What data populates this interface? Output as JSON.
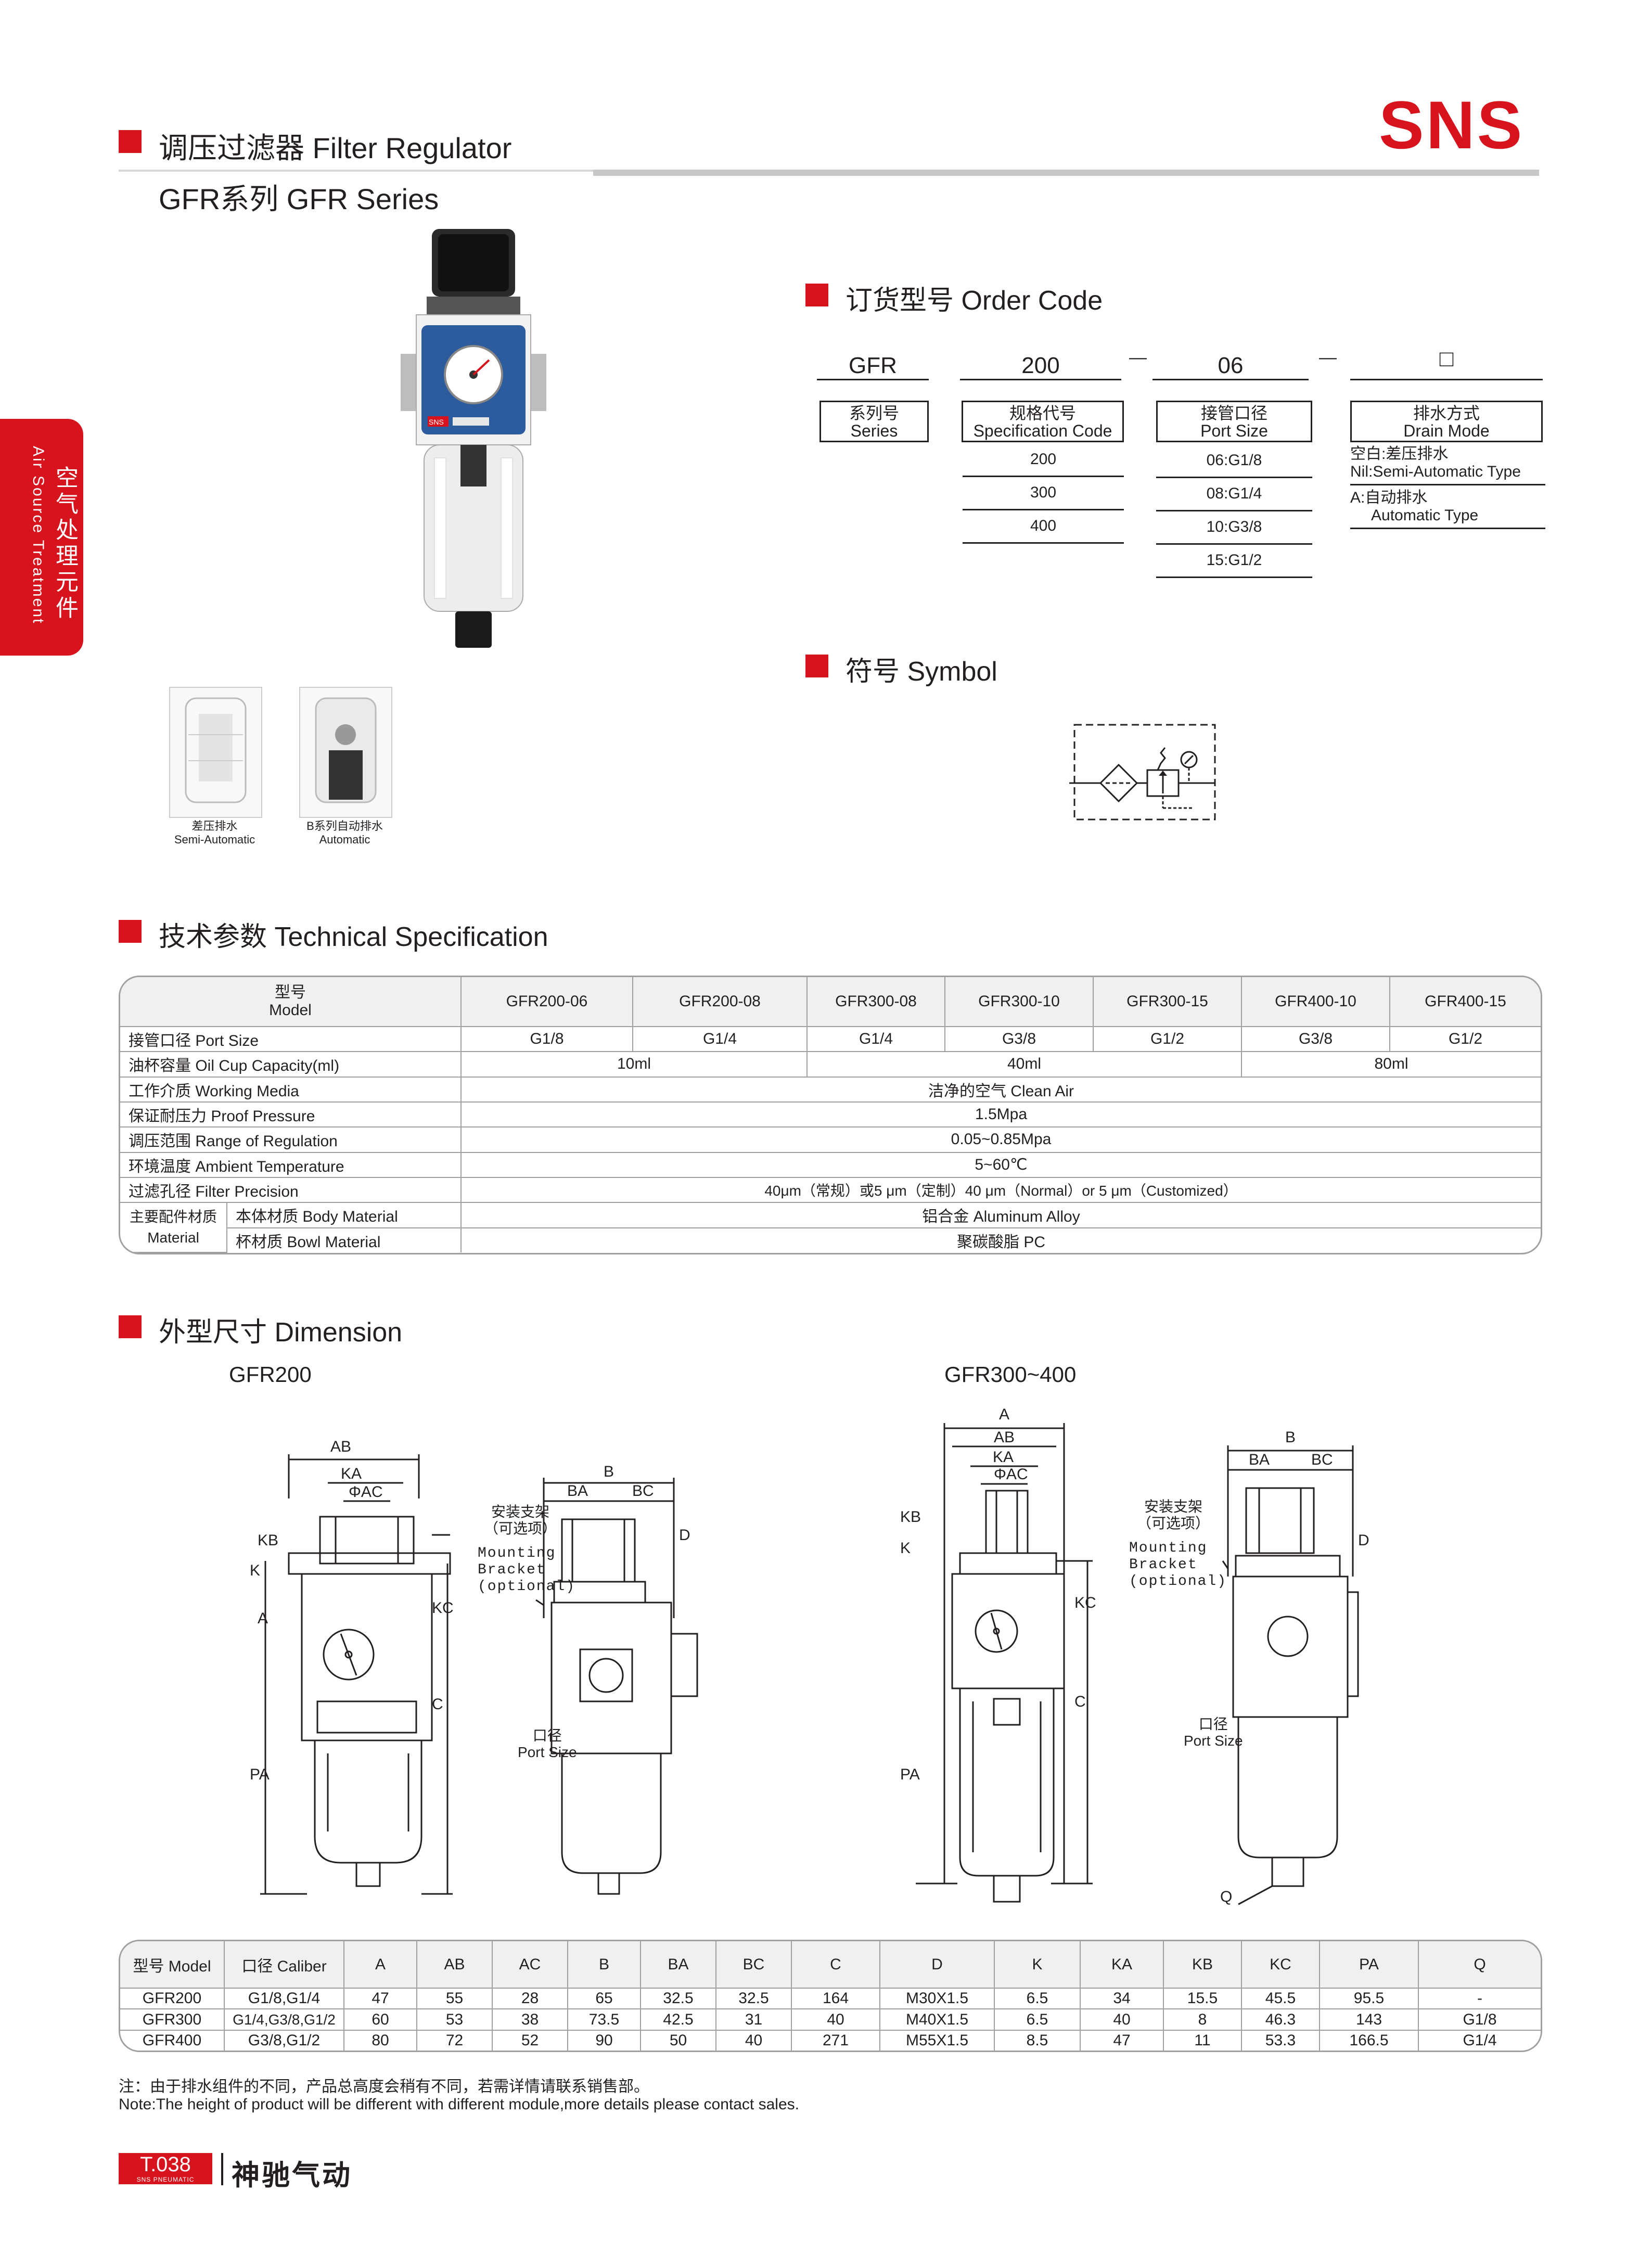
{
  "header": {
    "title": "调压过滤器 Filter Regulator",
    "series": "GFR系列 GFR Series",
    "brand": "SNS"
  },
  "side_tab": {
    "cn": "空气处理元件",
    "en": "Air Source Treatment"
  },
  "product_images": {
    "badge": "SNS",
    "variants": [
      {
        "cn": "差压排水",
        "en": "Semi-Automatic"
      },
      {
        "cn": "B系列自动排水",
        "en": "Automatic"
      }
    ]
  },
  "order_code": {
    "heading": "订货型号 Order  Code",
    "codes": [
      "GFR",
      "200",
      "06",
      "□"
    ],
    "separators": [
      "—",
      "—"
    ],
    "boxes": [
      {
        "cn": "系列号",
        "en": "Series"
      },
      {
        "cn": "规格代号",
        "en": "Specification Code"
      },
      {
        "cn": "接管口径",
        "en": "Port Size"
      },
      {
        "cn": "排水方式",
        "en": "Drain Mode"
      }
    ],
    "spec_options": [
      "200",
      "300",
      "400"
    ],
    "port_options": [
      "06:G1/8",
      "08:G1/4",
      "10:G3/8",
      "15:G1/2"
    ],
    "drain_options": [
      {
        "cn": "空白:差压排水",
        "en": "Nil:Semi-Automatic Type"
      },
      {
        "cn": "A:自动排水",
        "en": "Automatic Type"
      }
    ]
  },
  "symbol": {
    "heading": "符号 Symbol"
  },
  "tech_spec": {
    "heading": "技术参数 Technical  Specification",
    "model_label_cn": "型号",
    "model_label_en": "Model",
    "models": [
      "GFR200-06",
      "GFR200-08",
      "GFR300-08",
      "GFR300-10",
      "GFR300-15",
      "GFR400-10",
      "GFR400-15"
    ],
    "port_size_label": "接管口径 Port  Size",
    "port_sizes": [
      "G1/8",
      "G1/4",
      "G1/4",
      "G3/8",
      "G1/2",
      "G3/8",
      "G1/2"
    ],
    "oil_cup_label": "油杯容量 Oil Cup Capacity(ml)",
    "oil_cup": [
      "10ml",
      "40ml",
      "80ml"
    ],
    "rows": [
      {
        "label": "工作介质 Working Media",
        "value": "洁净的空气 Clean Air"
      },
      {
        "label": "保证耐压力 Proof Pressure",
        "value": "1.5Mpa"
      },
      {
        "label": "调压范围 Range of Regulation",
        "value": "0.05~0.85Mpa"
      },
      {
        "label": "环境温度 Ambient Temperature",
        "value": "5~60℃"
      },
      {
        "label": "过滤孔径 Filter Precision",
        "value": "40μm（常规）或5 μm（定制）40 μm（Normal）or 5 μm（Customized）"
      }
    ],
    "material_label_cn": "主要配件材质",
    "material_label_en": "Material",
    "body_label": "本体材质 Body Material",
    "body_value": "铝合金 Aluminum Alloy",
    "bowl_label": "杯材质 Bowl Material",
    "bowl_value": "聚碳酸脂 PC"
  },
  "dimension": {
    "heading": "外型尺寸 Dimension",
    "left_title": "GFR200",
    "right_title": "GFR300~400",
    "labels_left": [
      "AB",
      "KA",
      "ΦAC",
      "KB",
      "K",
      "A",
      "KC",
      "C",
      "PA",
      "B",
      "BA",
      "BC",
      "D"
    ],
    "labels_right": [
      "A",
      "AB",
      "KA",
      "ΦAC",
      "KB",
      "K",
      "KC",
      "C",
      "PA",
      "B",
      "BA",
      "BC",
      "D",
      "Q"
    ],
    "bracket_cn": "安装支架",
    "bracket_opt_cn": "（可选项）",
    "bracket_en_1": "Mounting",
    "bracket_en_2": "Bracket",
    "bracket_en_3": "(optional)",
    "port_cn": "口径",
    "port_en": "Port Size"
  },
  "dim_table": {
    "headers": [
      "型号 Model",
      "口径 Caliber",
      "A",
      "AB",
      "AC",
      "B",
      "BA",
      "BC",
      "C",
      "D",
      "K",
      "KA",
      "KB",
      "KC",
      "PA",
      "Q"
    ],
    "rows": [
      [
        "GFR200",
        "G1/8,G1/4",
        "47",
        "55",
        "28",
        "65",
        "32.5",
        "32.5",
        "164",
        "M30X1.5",
        "6.5",
        "34",
        "15.5",
        "45.5",
        "95.5",
        "-"
      ],
      [
        "GFR300",
        "G1/4,G3/8,G1/2",
        "60",
        "53",
        "38",
        "73.5",
        "42.5",
        "31",
        "40",
        "M40X1.5",
        "6.5",
        "40",
        "8",
        "46.3",
        "143",
        "G1/8"
      ],
      [
        "GFR400",
        "G3/8,G1/2",
        "80",
        "72",
        "52",
        "90",
        "50",
        "40",
        "271",
        "M55X1.5",
        "8.5",
        "47",
        "11",
        "53.3",
        "166.5",
        "G1/4"
      ]
    ]
  },
  "notes": {
    "cn": "注：由于排水组件的不同，产品总高度会稍有不同，若需详情请联系销售部。",
    "en": "Note:The height of product will be different with different module,more details please contact sales."
  },
  "footer": {
    "page_code": "T.038",
    "sub": "SNS PNEUMATIC",
    "company": "神驰气动"
  },
  "colors": {
    "accent": "#d7141d",
    "text": "#231f20",
    "border": "#a0a0a0"
  }
}
